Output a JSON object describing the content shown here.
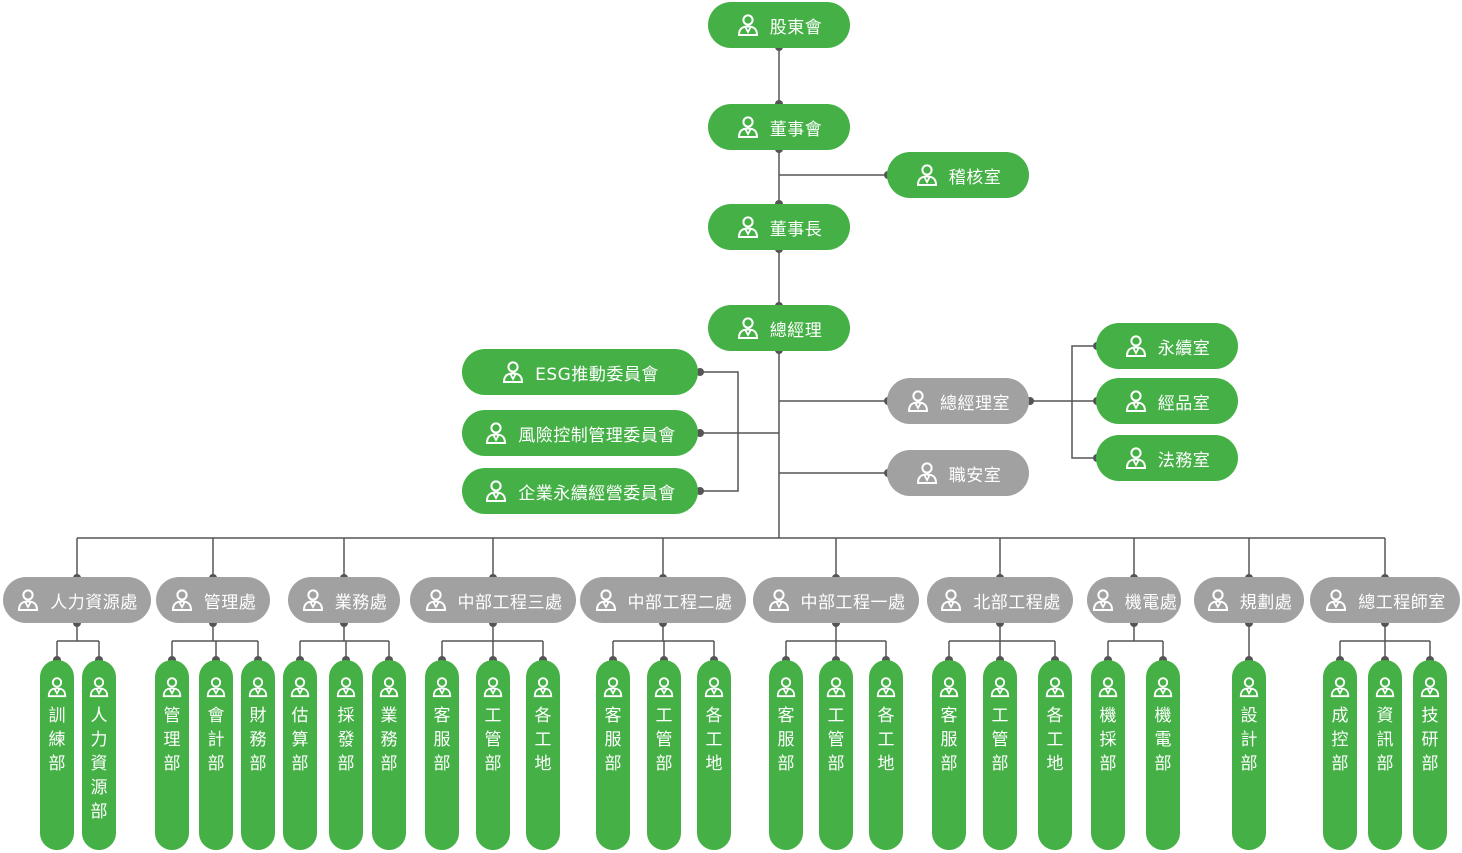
{
  "colors": {
    "active": "#44b046",
    "muted": "#a1a1a1",
    "line": "#555555"
  },
  "icon": "person-icon",
  "nodes": {
    "shareholders": "股東會",
    "board": "董事會",
    "audit": "稽核室",
    "chairman": "董事長",
    "gm": "總經理",
    "esg": "ESG推動委員會",
    "risk": "風險控制管理委員會",
    "sustain": "企業永續經營委員會",
    "gm_office": "總經理室",
    "safety": "職安室",
    "yongxu": "永續室",
    "jingpin": "經品室",
    "legal": "法務室"
  },
  "divisions": [
    {
      "name": "人力資源處",
      "depts": [
        "訓練部",
        "人力資源部"
      ]
    },
    {
      "name": "管理處",
      "depts": [
        "管理部",
        "會計部",
        "財務部"
      ]
    },
    {
      "name": "業務處",
      "depts": [
        "估算部",
        "採發部",
        "業務部"
      ]
    },
    {
      "name": "中部工程三處",
      "depts": [
        "客服部",
        "工管部",
        "各工地"
      ]
    },
    {
      "name": "中部工程二處",
      "depts": [
        "客服部",
        "工管部",
        "各工地"
      ]
    },
    {
      "name": "中部工程一處",
      "depts": [
        "客服部",
        "工管部",
        "各工地"
      ]
    },
    {
      "name": "北部工程處",
      "depts": [
        "客服部",
        "工管部",
        "各工地"
      ]
    },
    {
      "name": "機電處",
      "depts": [
        "機採部",
        "機電部"
      ]
    },
    {
      "name": "規劃處",
      "depts": [
        "設計部"
      ]
    },
    {
      "name": "總工程師室",
      "depts": [
        "成控部",
        "資訊部",
        "技研部"
      ]
    }
  ]
}
